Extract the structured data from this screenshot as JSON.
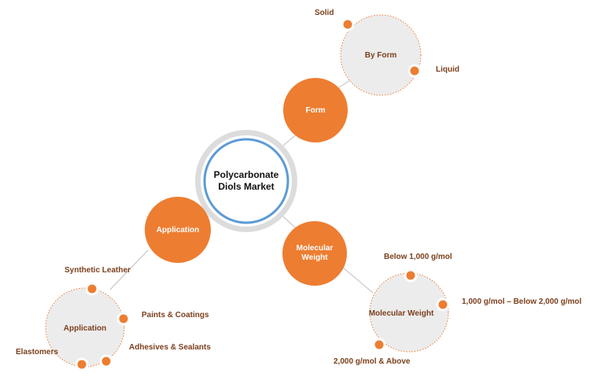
{
  "center": {
    "line1": "Polycarbonate",
    "line2": "Diols Market"
  },
  "segments": {
    "form": {
      "label": "Form",
      "sub_title": "By Form",
      "items": [
        "Solid",
        "Liquid"
      ]
    },
    "application": {
      "label": "Application",
      "sub_title": "Application",
      "items": [
        "Synthetic Leather",
        "Paints & Coatings",
        "Adhesives & Sealants",
        "Elastomers"
      ]
    },
    "molecular_weight": {
      "label_line1": "Molecular",
      "label_line2": "Weight",
      "sub_title": "Molecular Weight",
      "items": [
        "Below 1,000 g/mol",
        "1,000 g/mol – Below 2,000 g/mol",
        "2,000 g/mol & Above"
      ]
    }
  },
  "colors": {
    "accent": "#ed7d31",
    "ring": "#5b9bd5",
    "text": "#7b3f1c"
  }
}
